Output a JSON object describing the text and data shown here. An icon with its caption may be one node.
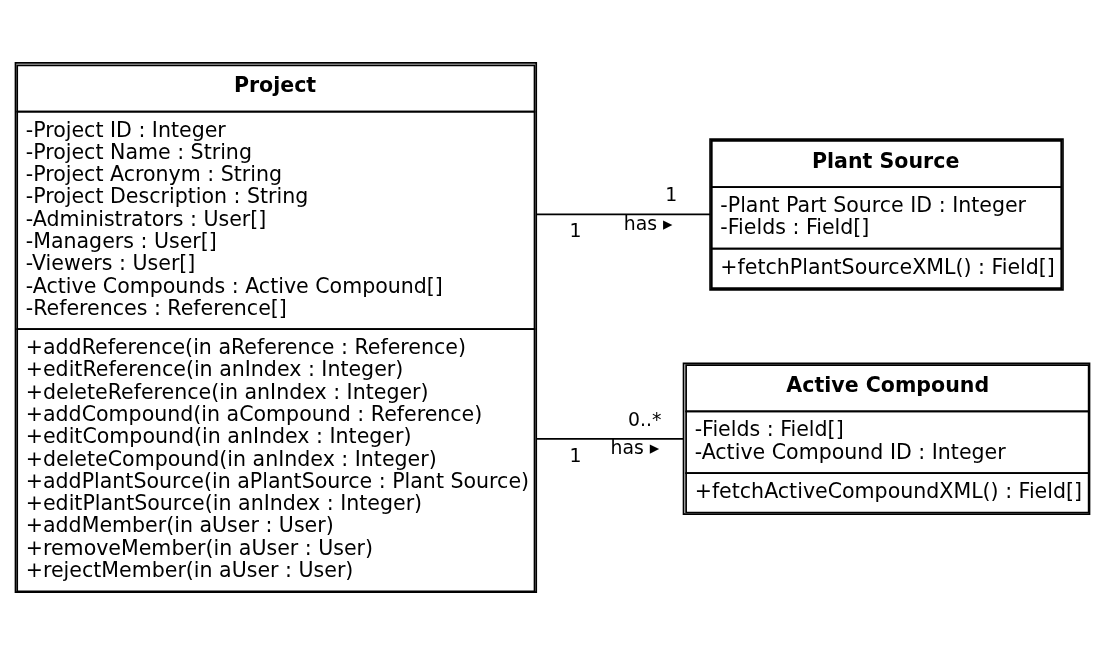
{
  "diagram": {
    "nodes": [
      {
        "text": [
          "Project",
          "-Project ID : Integer",
          "-Project Name : String",
          "-Project Acronym : String",
          "-Project Description : String",
          "-Administrators : User[]",
          "-Managers : User[]",
          "-Viewers : User[]",
          "-Active Compounds : Active Compound[]",
          "-References : Reference[]",
          "+addReference(in aReference : Reference)",
          "+editReference(in anIndex : Integer)",
          "+deleteReference(in anIndex : Integer)",
          "+addCompound(in aCompound : Reference)",
          "+editCompound(in anIndex : Integer)",
          "+deleteCompound(in anIndex : Integer)",
          "+addPlantSource(in aPlantSource : Plant Source)",
          "+editPlantSource(in anIndex : Integer)",
          "+addMember(in aUser : User)",
          "+removeMember(in aUser : User)",
          "+rejectMember(in aUser : User)"
        ]
      },
      {
        "text": [
          "Plant Source",
          "-Plant Part Source ID : Integer",
          "-Fields : Field[]",
          "+fetchPlantSourceXML() : Field[]"
        ]
      },
      {
        "text": [
          "Active Compound",
          "-Fields : Field[]",
          "-Active Compound ID : Integer",
          "+fetchActiveCompoundXML() : Field[]"
        ]
      }
    ],
    "edges": [
      {
        "from": 0,
        "to": 1,
        "arrow": "none",
        "label": "has ▸"
      },
      {
        "from": 0,
        "to": 2,
        "arrow": "none",
        "label": "has ▸"
      }
    ],
    "labels": [
      "1",
      "1",
      "0..*",
      "1"
    ]
  }
}
